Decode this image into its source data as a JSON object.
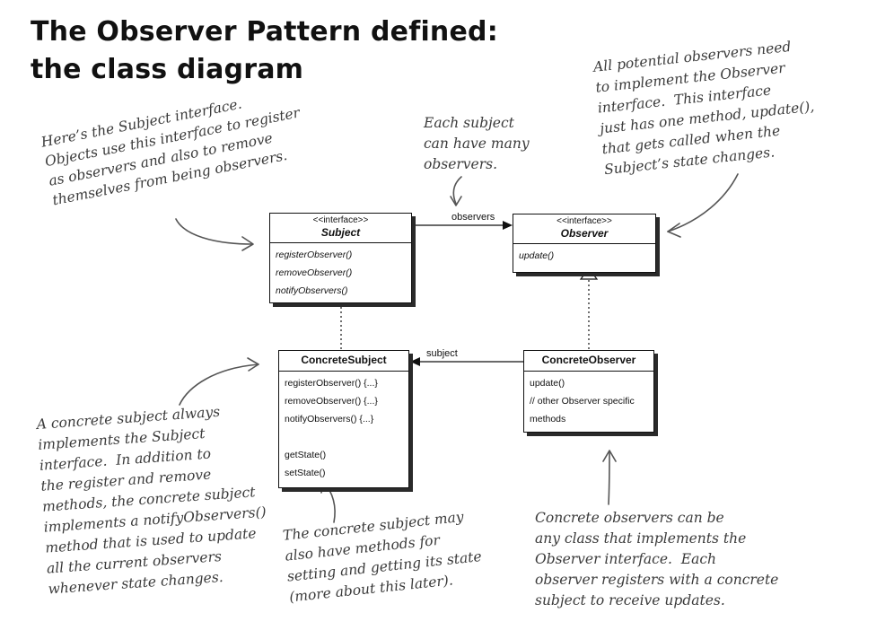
{
  "title": {
    "line1": "The Observer Pattern defined:",
    "line2": "the class diagram"
  },
  "classes": {
    "subject": {
      "stereotype": "<<interface>>",
      "name": "Subject",
      "methods": [
        "registerObserver()",
        "removeObserver()",
        "notifyObservers()"
      ]
    },
    "observer": {
      "stereotype": "<<interface>>",
      "name": "Observer",
      "methods": [
        "update()"
      ]
    },
    "concrete_subject": {
      "name": "ConcreteSubject",
      "methods": [
        "registerObserver() {...}",
        "removeObserver() {...}",
        "notifyObservers() {...}",
        "getState()",
        "setState()"
      ]
    },
    "concrete_observer": {
      "name": "ConcreteObserver",
      "methods": [
        "update()",
        "// other Observer specific",
        "methods"
      ]
    }
  },
  "relations": {
    "observers_label": "observers",
    "subject_label": "subject"
  },
  "annotations": {
    "subject_interface": "Here’s the Subject interface.\nObjects use this interface to register\nas observers and also to remove\nthemselves from being observers.",
    "many_observers": "Each subject\ncan have many\nobservers.",
    "observer_interface": "All potential observers need\nto implement the Observer\ninterface.  This interface\njust has one method, update(),\nthat gets called when the\nSubject’s state changes.",
    "concrete_subject": "A concrete subject always\nimplements the Subject\ninterface.  In addition to\nthe register and remove\nmethods, the concrete subject\nimplements a notifyObservers()\nmethod that is used to update\nall the current observers\nwhenever state changes.",
    "concrete_subject_methods": "The concrete subject may\nalso have methods for\nsetting and getting its state\n(more about this later).",
    "concrete_observers": "Concrete observers can be\nany class that implements the\nObserver interface.  Each\nobserver registers with a concrete\nsubject to receive updates."
  }
}
